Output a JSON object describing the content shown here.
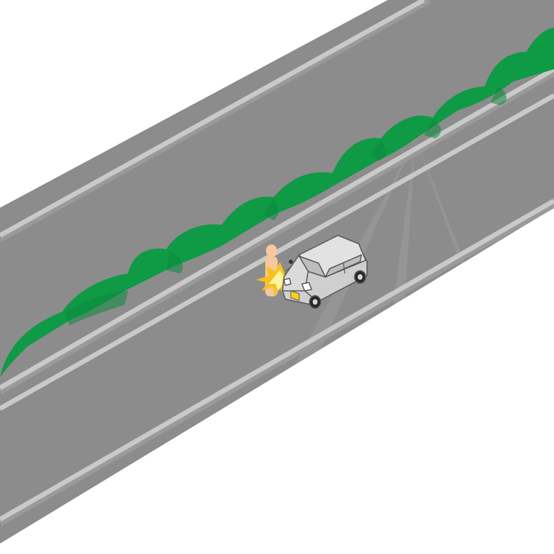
{
  "scene": {
    "description_label": "",
    "colors": {
      "background": "#ffffff",
      "road": "#8c8c8c",
      "road_shade": "#808080",
      "lane_line": "#c8c8c8",
      "lane_line_shadow": "#9a9a9a",
      "hedge": "#0f9a45",
      "hedge_dark": "#0b8a3c",
      "pedestrian": "#f5c99a",
      "car_body": "#d4d4d4",
      "car_roof": "#e2e2e2",
      "car_outline": "#555555",
      "car_window": "#b9b9b9",
      "tire": "#2a2a2a",
      "plate": "#f2d21b",
      "impact_burst": "#f7c21e",
      "impact_core": "#fff3a0"
    },
    "elements": {
      "road": "road-surface",
      "median": "median-hedge",
      "pedestrian": "pedestrian-figure",
      "car": "hatchback-car",
      "impact": "impact-burst"
    }
  }
}
